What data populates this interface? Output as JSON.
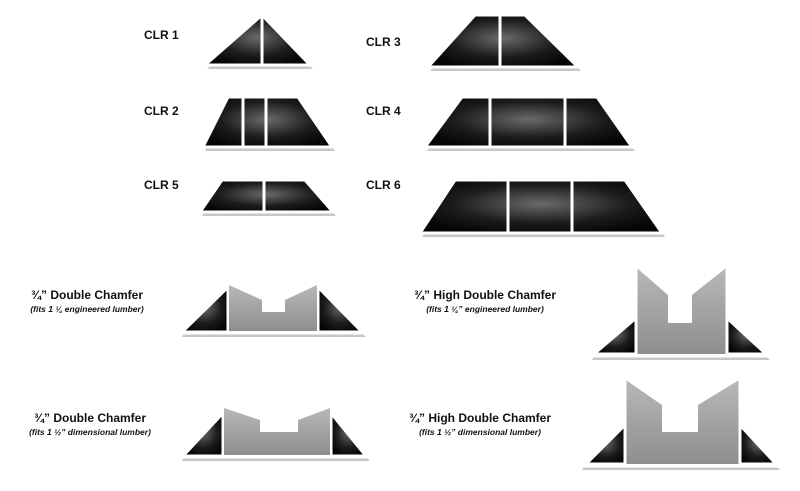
{
  "profiles": {
    "clr1": "CLR 1",
    "clr2": "CLR 2",
    "clr3": "CLR 3",
    "clr4": "CLR 4",
    "clr5": "CLR 5",
    "clr6": "CLR 6"
  },
  "chamfers": [
    {
      "title": "¾” Double Chamfer",
      "subtitle": "(fits 1 ¼ engineered lumber)"
    },
    {
      "title": "¾” High Double Chamfer",
      "subtitle": "(fits 1 ¼” engineered lumber)"
    },
    {
      "title": "¾” Double Chamfer",
      "subtitle": "(fits 1 ½” dimensional lumber)"
    },
    {
      "title": "¾” High Double Chamfer",
      "subtitle": "(fits 1 ½” dimensional lumber)"
    }
  ]
}
